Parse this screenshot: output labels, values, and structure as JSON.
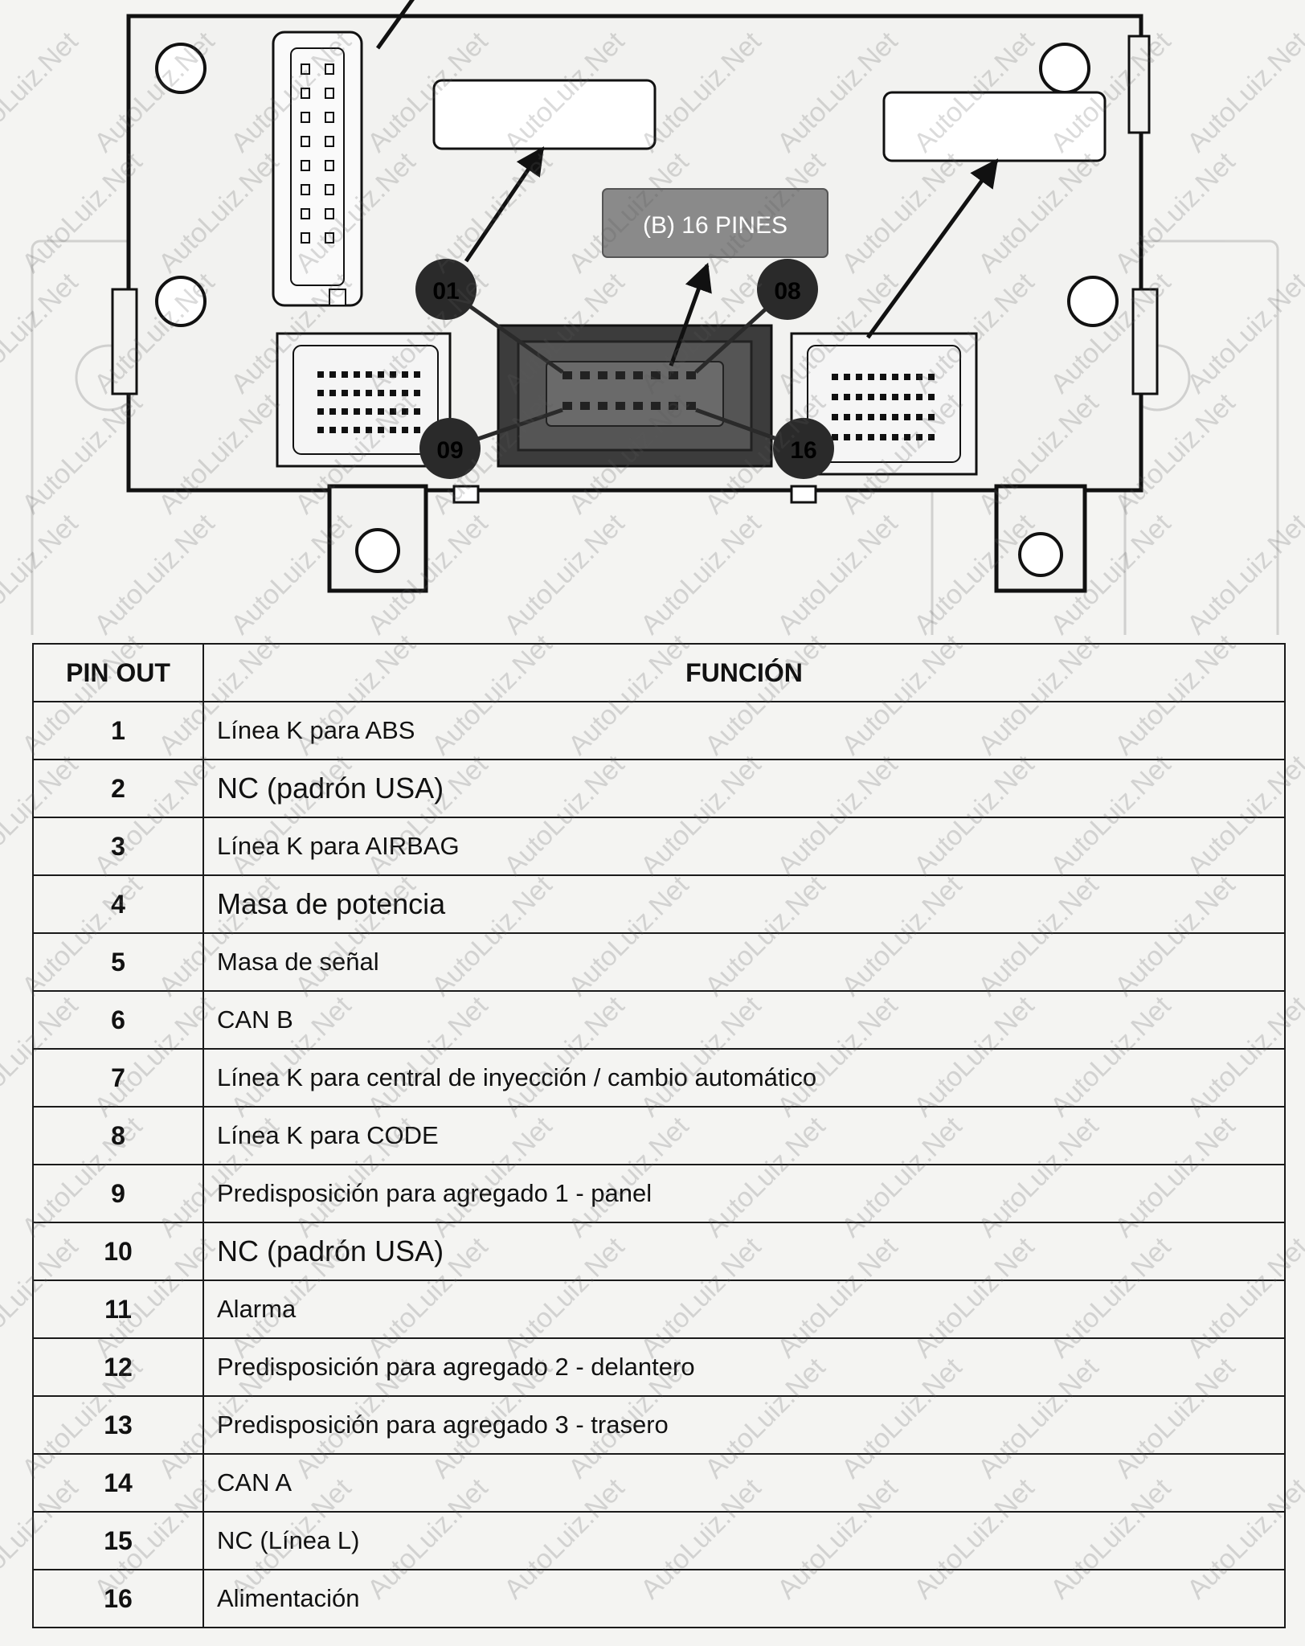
{
  "diagram": {
    "connector_label": "(B) 16 PINES",
    "pin_markers": [
      "01",
      "08",
      "09",
      "16"
    ]
  },
  "table": {
    "headers": {
      "pin": "PIN OUT",
      "function": "FUNCIÓN"
    },
    "rows": [
      {
        "pin": "1",
        "function": "Línea K para ABS",
        "big": false
      },
      {
        "pin": "2",
        "function": "NC (padrón USA)",
        "big": true
      },
      {
        "pin": "3",
        "function": "Línea K para AIRBAG",
        "big": false
      },
      {
        "pin": "4",
        "function": "Masa de potencia",
        "big": true
      },
      {
        "pin": "5",
        "function": "Masa de señal",
        "big": false
      },
      {
        "pin": "6",
        "function": "CAN B",
        "big": false
      },
      {
        "pin": "7",
        "function": "Línea K para central de inyección / cambio automático",
        "big": false
      },
      {
        "pin": "8",
        "function": "Línea K para CODE",
        "big": false
      },
      {
        "pin": "9",
        "function": "Predisposición para agregado 1 - panel",
        "big": false
      },
      {
        "pin": "10",
        "function": "NC (padrón USA)",
        "big": true
      },
      {
        "pin": "11",
        "function": "Alarma",
        "big": false
      },
      {
        "pin": "12",
        "function": "Predisposición para agregado 2 - delantero",
        "big": false
      },
      {
        "pin": "13",
        "function": "Predisposición para agregado 3 - trasero",
        "big": false
      },
      {
        "pin": "14",
        "function": "CAN A",
        "big": false
      },
      {
        "pin": "15",
        "function": "NC (Línea L)",
        "big": false
      },
      {
        "pin": "16",
        "function": "Alimentación",
        "big": false
      }
    ]
  },
  "watermark": "AutoLuiz.Net",
  "colors": {
    "page_background": "#f4f4f2",
    "ink": "#111111",
    "connector_label_bg": "#8a8a8a",
    "pin_marker": "#2a2a2a",
    "connector_body": "#3c3c3c"
  }
}
